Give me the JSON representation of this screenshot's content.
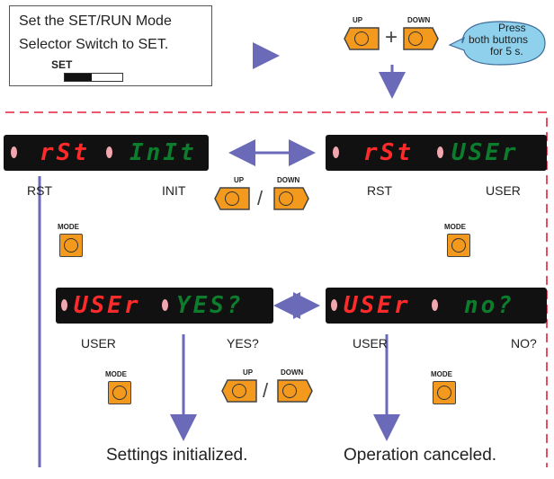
{
  "instruction": {
    "line1": "Set the SET/RUN Mode",
    "line2": "Selector Switch to SET.",
    "switch_label": "SET"
  },
  "callout": {
    "text_line1": "Press",
    "text_line2": "both buttons",
    "text_line3": "for 5 s."
  },
  "buttons": {
    "up": "UP",
    "down": "DOWN",
    "mode": "MODE"
  },
  "displays": {
    "d1": {
      "left": "rSt",
      "right": "InIt"
    },
    "d2": {
      "left": "rSt",
      "right": "USEr"
    },
    "d3": {
      "left": "USEr",
      "right": "YES?"
    },
    "d4": {
      "left": "USEr",
      "right": "no?"
    }
  },
  "captions": {
    "d1_left": "RST",
    "d1_right": "INIT",
    "d2_left": "RST",
    "d2_right": "USER",
    "d3_left": "USER",
    "d3_right": "YES?",
    "d4_left": "USER",
    "d4_right": "NO?"
  },
  "results": {
    "initialized": "Settings initialized.",
    "canceled": "Operation canceled."
  },
  "colors": {
    "arrow": "#6a6ab8",
    "dashed": "#e5213a",
    "button_fill": "#f39a1e",
    "callout_fill": "#8fd0ec",
    "seg_red": "#ff2a2a",
    "seg_green": "#0c7d2c"
  },
  "slash": "/",
  "plus": "+"
}
